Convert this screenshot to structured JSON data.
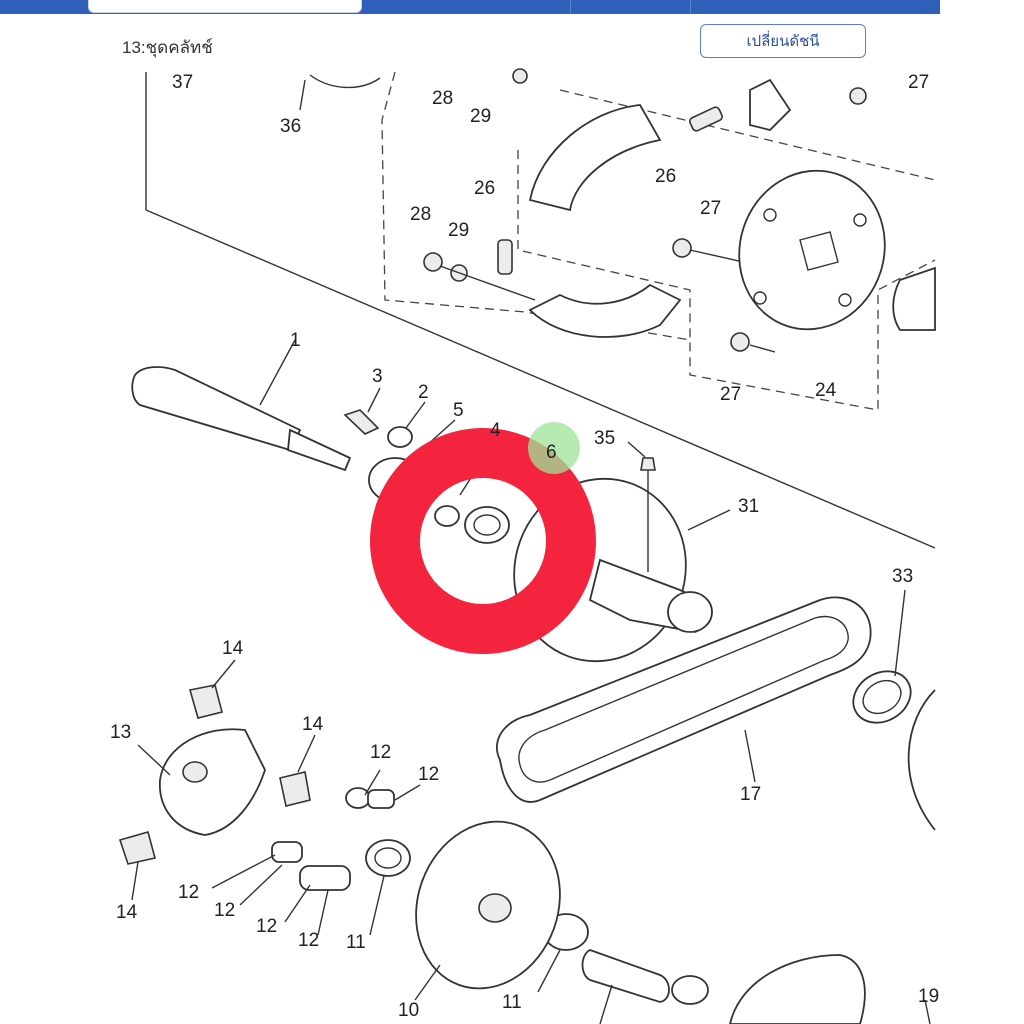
{
  "header": {
    "title": "13:ชุดคลัทช์",
    "change_button": "เปลี่ยนดัชนี"
  },
  "diagram": {
    "highlight_color": "#f4243f",
    "marker_color": "#9fe39a",
    "marked_part": "6",
    "labels": {
      "l37": "37",
      "l36": "36",
      "l28a": "28",
      "l29a": "29",
      "l27a": "27",
      "l26a": "26",
      "l26b": "26",
      "l27b": "27",
      "l28b": "28",
      "l29b": "29",
      "l27c": "27",
      "l24": "24",
      "l1": "1",
      "l3": "3",
      "l2": "2",
      "l5": "5",
      "l4": "4",
      "l6": "6",
      "l35": "35",
      "l31": "31",
      "l33": "33",
      "l14a": "14",
      "l13": "13",
      "l14b": "14",
      "l12a": "12",
      "l12b": "12",
      "l17": "17",
      "l14c": "14",
      "l12c": "12",
      "l12d": "12",
      "l12e": "12",
      "l12f": "12",
      "l11a": "11",
      "l10": "10",
      "l11b": "11",
      "l19": "19"
    }
  }
}
